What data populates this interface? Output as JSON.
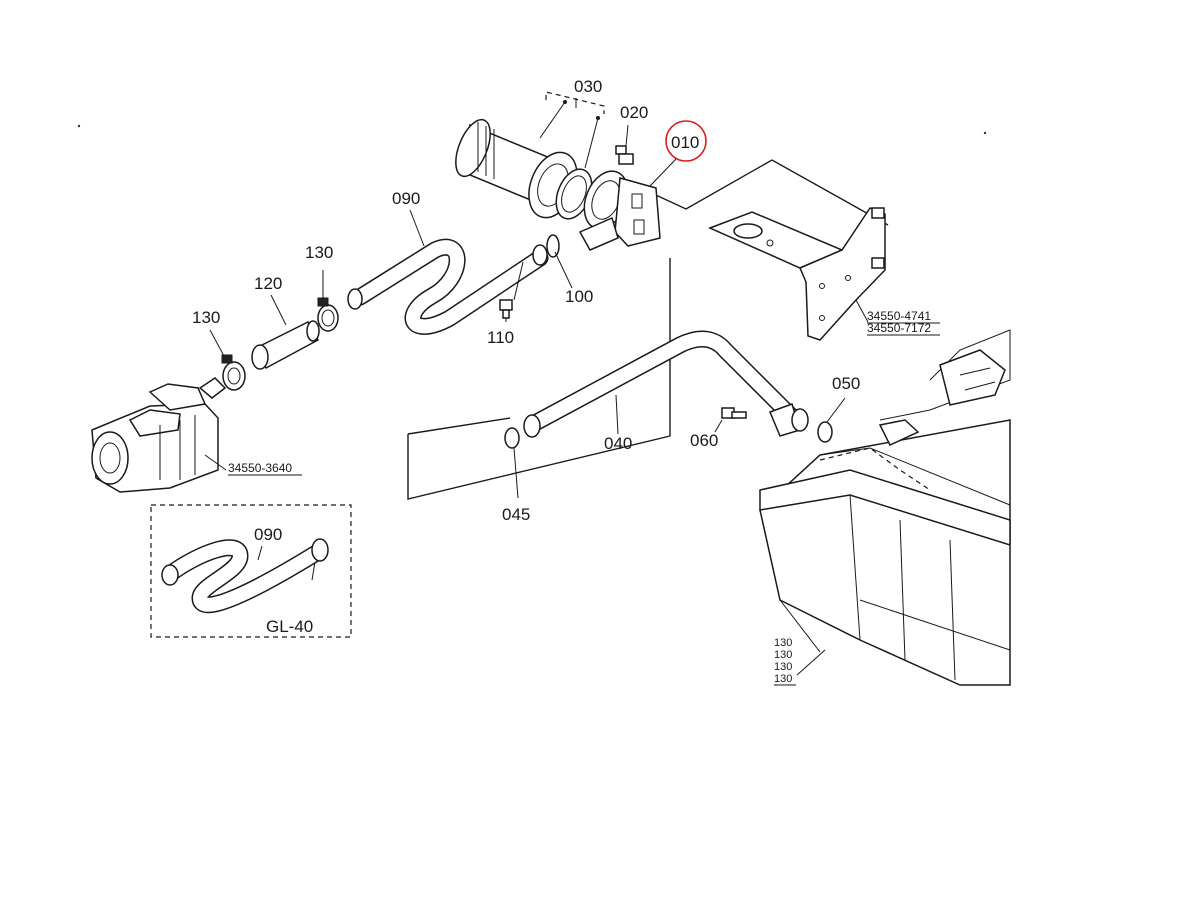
{
  "labels": {
    "p010": "010",
    "p020": "020",
    "p030": "030",
    "p040": "040",
    "p045": "045",
    "p050": "050",
    "p060": "060",
    "p090": "090",
    "p090_inset": "090",
    "p100": "100",
    "p110": "110",
    "p120": "120",
    "p130_upper": "130",
    "p130_lower": "130",
    "ref_bracket_a": "34550-4741",
    "ref_bracket_b": "34550-7172",
    "ref_pump": "34550-3640",
    "inset_model": "GL-40",
    "ref_engine_1": "130",
    "ref_engine_2": "130",
    "ref_engine_3": "130",
    "ref_engine_4": "130"
  },
  "colors": {
    "highlight_circle": "#e0191b",
    "line": "#1a1a1a"
  }
}
